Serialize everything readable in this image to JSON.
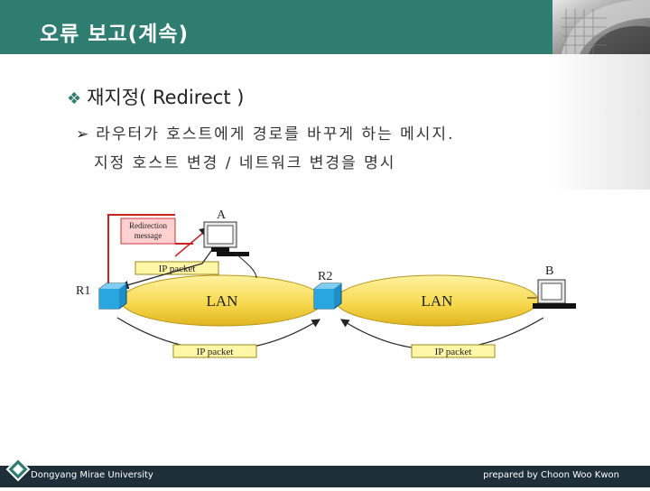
{
  "header": {
    "title": "오류 보고(계속)",
    "color": "#2e7d70"
  },
  "content": {
    "bullet": "재지정( Redirect )",
    "sub1": "라우터가 호스트에게 경로를 바꾸게 하는 메시지.",
    "sub2": "지정 호스트 변경 / 네트워크 변경을 명시"
  },
  "diagram": {
    "redirection_label_1": "Redirection",
    "redirection_label_2": "message",
    "host_a": "A",
    "host_b": "B",
    "router_1": "R1",
    "router_2": "R2",
    "lan_1": "LAN",
    "lan_2": "LAN",
    "packet_top": "IP packet",
    "packet_bottom_1": "IP packet",
    "packet_bottom_2": "IP packet"
  },
  "footer": {
    "left": "Dongyang Mirae University",
    "right": "prepared by Choon Woo Kwon",
    "color": "#1f2f3a"
  }
}
